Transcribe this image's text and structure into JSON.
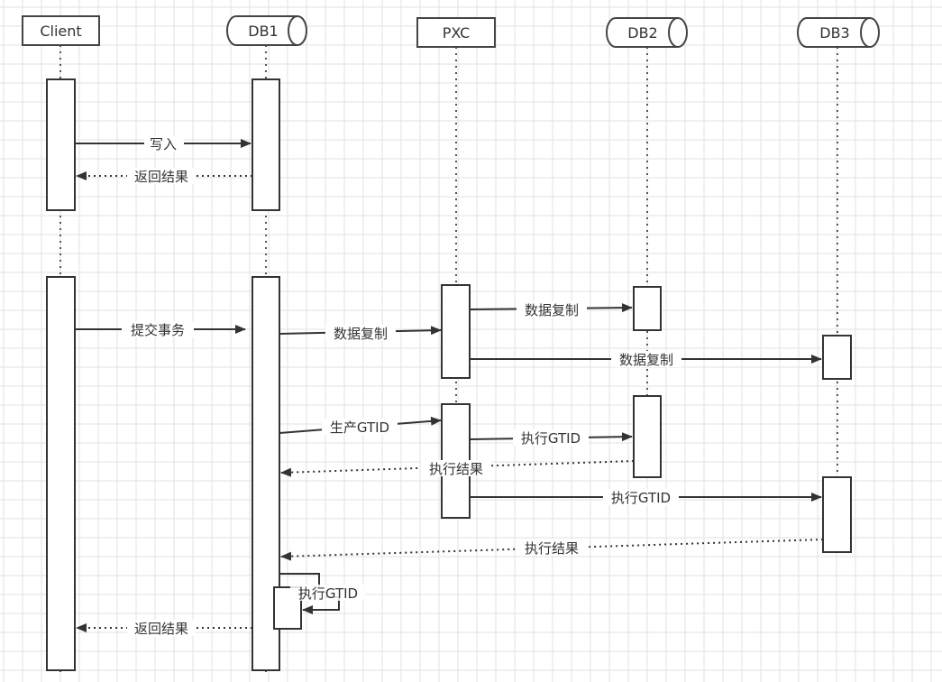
{
  "participants": [
    {
      "id": "client",
      "label": "Client",
      "shape": "box"
    },
    {
      "id": "db1",
      "label": "DB1",
      "shape": "database"
    },
    {
      "id": "pxc",
      "label": "PXC",
      "shape": "box"
    },
    {
      "id": "db2",
      "label": "DB2",
      "shape": "database"
    },
    {
      "id": "db3",
      "label": "DB3",
      "shape": "database"
    }
  ],
  "messages": [
    {
      "id": "m1",
      "from": "client",
      "to": "db1",
      "label": "写入",
      "style": "solid"
    },
    {
      "id": "m2",
      "from": "db1",
      "to": "client",
      "label": "返回结果",
      "style": "dotted"
    },
    {
      "id": "m3",
      "from": "client",
      "to": "db1",
      "label": "提交事务",
      "style": "solid"
    },
    {
      "id": "m4",
      "from": "db1",
      "to": "pxc",
      "label": "数据复制",
      "style": "solid"
    },
    {
      "id": "m5",
      "from": "pxc",
      "to": "db2",
      "label": "数据复制",
      "style": "solid"
    },
    {
      "id": "m6",
      "from": "pxc",
      "to": "db3",
      "label": "数据复制",
      "style": "solid"
    },
    {
      "id": "m7",
      "from": "db1",
      "to": "pxc",
      "label": "生产GTID",
      "style": "solid"
    },
    {
      "id": "m8",
      "from": "pxc",
      "to": "db2",
      "label": "执行GTID",
      "style": "solid"
    },
    {
      "id": "m9",
      "from": "db2",
      "to": "db1",
      "label": "执行结果",
      "style": "dotted"
    },
    {
      "id": "m10",
      "from": "pxc",
      "to": "db3",
      "label": "执行GTID",
      "style": "solid"
    },
    {
      "id": "m11",
      "from": "db3",
      "to": "db1",
      "label": "执行结果",
      "style": "dotted"
    },
    {
      "id": "m12",
      "from": "db1",
      "to": "db1",
      "label": "执行GTID",
      "style": "solid"
    },
    {
      "id": "m13",
      "from": "db1",
      "to": "client",
      "label": "返回结果",
      "style": "dotted"
    }
  ],
  "colors": {
    "line": "#333333",
    "grid": "#e2e2e2"
  }
}
